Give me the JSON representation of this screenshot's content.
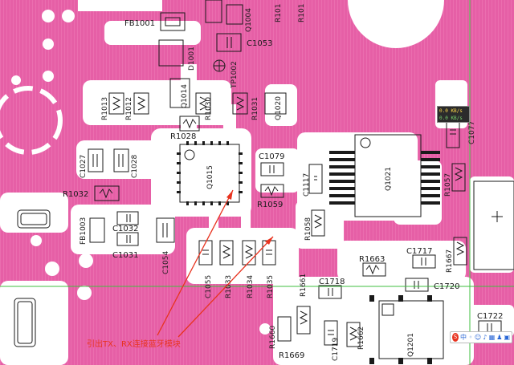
{
  "components": {
    "fb1001": "FB1001",
    "q1004": "Q1004",
    "r101a": "R101",
    "r101b": "R101",
    "c1053": "C1053",
    "d1001": "D1001",
    "tp1002": "TP1002",
    "q1014": "Q1014",
    "r1013": "R1013",
    "r1012": "R1012",
    "r1030": "R1030",
    "r1031": "R1031",
    "q1020": "Q1020",
    "r1028": "R1028",
    "c1027": "C1027",
    "c1028": "C1028",
    "q1015": "Q1015",
    "c1079": "C1079",
    "c1117": "C1117",
    "r1059": "R1059",
    "q1021": "Q1021",
    "r1057": "R1057",
    "c1077": "C1077",
    "r1032": "R1032",
    "fb1003": "FB1003",
    "c1032": "C1032",
    "c1031": "C1031",
    "c1054": "C1054",
    "r1058": "R1058",
    "c1717": "C1717",
    "r1667": "R1667",
    "r1663": "R1663",
    "c1718": "C1718",
    "r1661": "R1661",
    "c1720": "C1720",
    "c1055": "C1055",
    "r1033": "R1033",
    "r1034": "R1034",
    "r1035": "R1035",
    "r1660": "R1660",
    "r1669": "R1669",
    "c1719": "C1719",
    "r1662": "R1662",
    "q1201": "Q1201",
    "c1722": "C1722"
  },
  "annotation": {
    "text": "引出TX、RX连接蓝牙模块",
    "color": "#e8331f"
  },
  "overlay": {
    "upload_speed": "0.0 KB/s",
    "download_speed": "0.0 KB/s",
    "ime_logo": "S",
    "ime_lang": "中"
  },
  "colors": {
    "board": "#e65fa6",
    "copper_clear": "#ffffff",
    "silkscreen": "#1a1a1a",
    "guide_line": "#3fbf3f"
  }
}
